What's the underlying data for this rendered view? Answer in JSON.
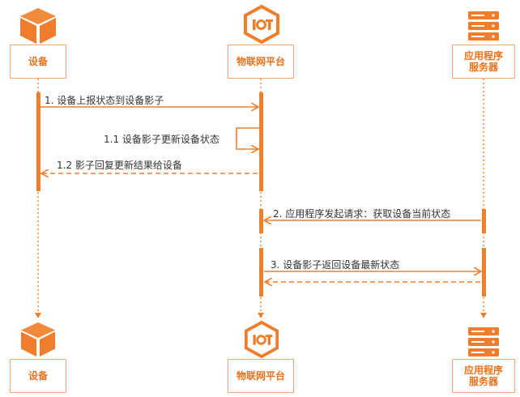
{
  "colors": {
    "accent": "#f07f2b",
    "border": "#f4a878",
    "text": "#333333"
  },
  "participants": {
    "device": {
      "label": "设备",
      "icon": "cube-icon"
    },
    "platform": {
      "label": "物联网平台",
      "icon": "iot-hexagon-icon"
    },
    "server": {
      "label": "应用程序服务器",
      "line1": "应用程序",
      "line2": "服务器",
      "icon": "server-stack-icon"
    }
  },
  "messages": {
    "m1": "1. 设备上报状态到设备影子",
    "m1_1": "1.1 设备影子更新设备状态",
    "m1_2": "1.2 影子回复更新结果给设备",
    "m2": "2. 应用程序发起请求：获取设备当前状态",
    "m3": "3. 设备影子返回设备最新状态"
  }
}
